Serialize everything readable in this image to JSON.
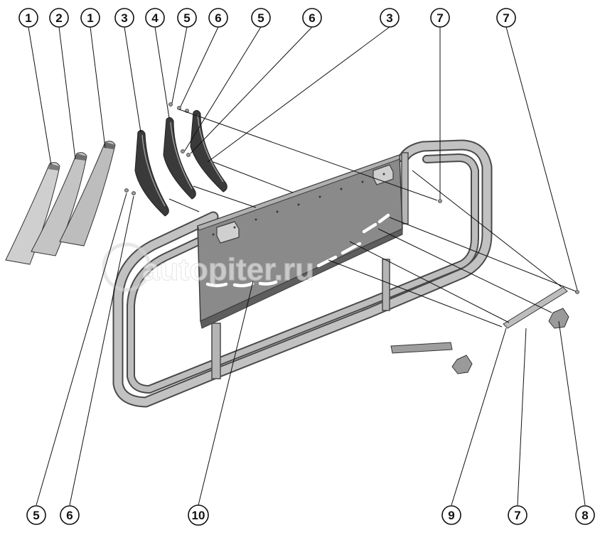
{
  "callouts": {
    "top": [
      "1",
      "2",
      "1",
      "3",
      "4",
      "5",
      "6",
      "5",
      "6",
      "3",
      "7",
      "7"
    ],
    "bottom": [
      "5",
      "6",
      "10",
      "9",
      "7",
      "8"
    ]
  },
  "watermark": {
    "text": "autopiter.ru"
  },
  "colors": {
    "line": "#111111",
    "tube": "#b9b9b9",
    "tube_edge": "#4a4a4a",
    "panel": "#8a8a8a",
    "panel_dark": "#5e5e5e",
    "flap_light": "#cfcfcf",
    "flap_dark": "#3a3a3a"
  }
}
